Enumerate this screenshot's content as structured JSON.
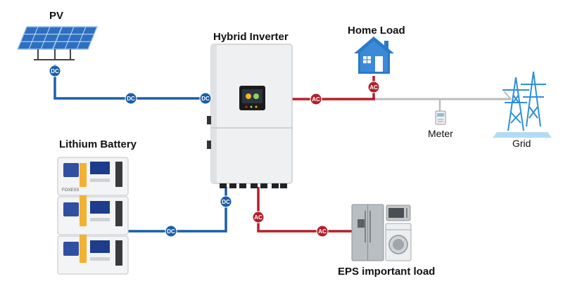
{
  "labels": {
    "pv": "PV",
    "inverter": "Hybrid Inverter",
    "home_load": "Home Load",
    "meter": "Meter",
    "grid": "Grid",
    "battery": "Lithium Battery",
    "eps_load": "EPS important load"
  },
  "badges": {
    "dc": "DC",
    "ac": "AC"
  },
  "colors": {
    "dc_line": "#1a5fa8",
    "ac_line": "#b3202a",
    "grid_line": "#bdbdbd",
    "house": "#2a7ac8",
    "tower": "#2f8fd8"
  },
  "battery_brand": "FOXESS"
}
